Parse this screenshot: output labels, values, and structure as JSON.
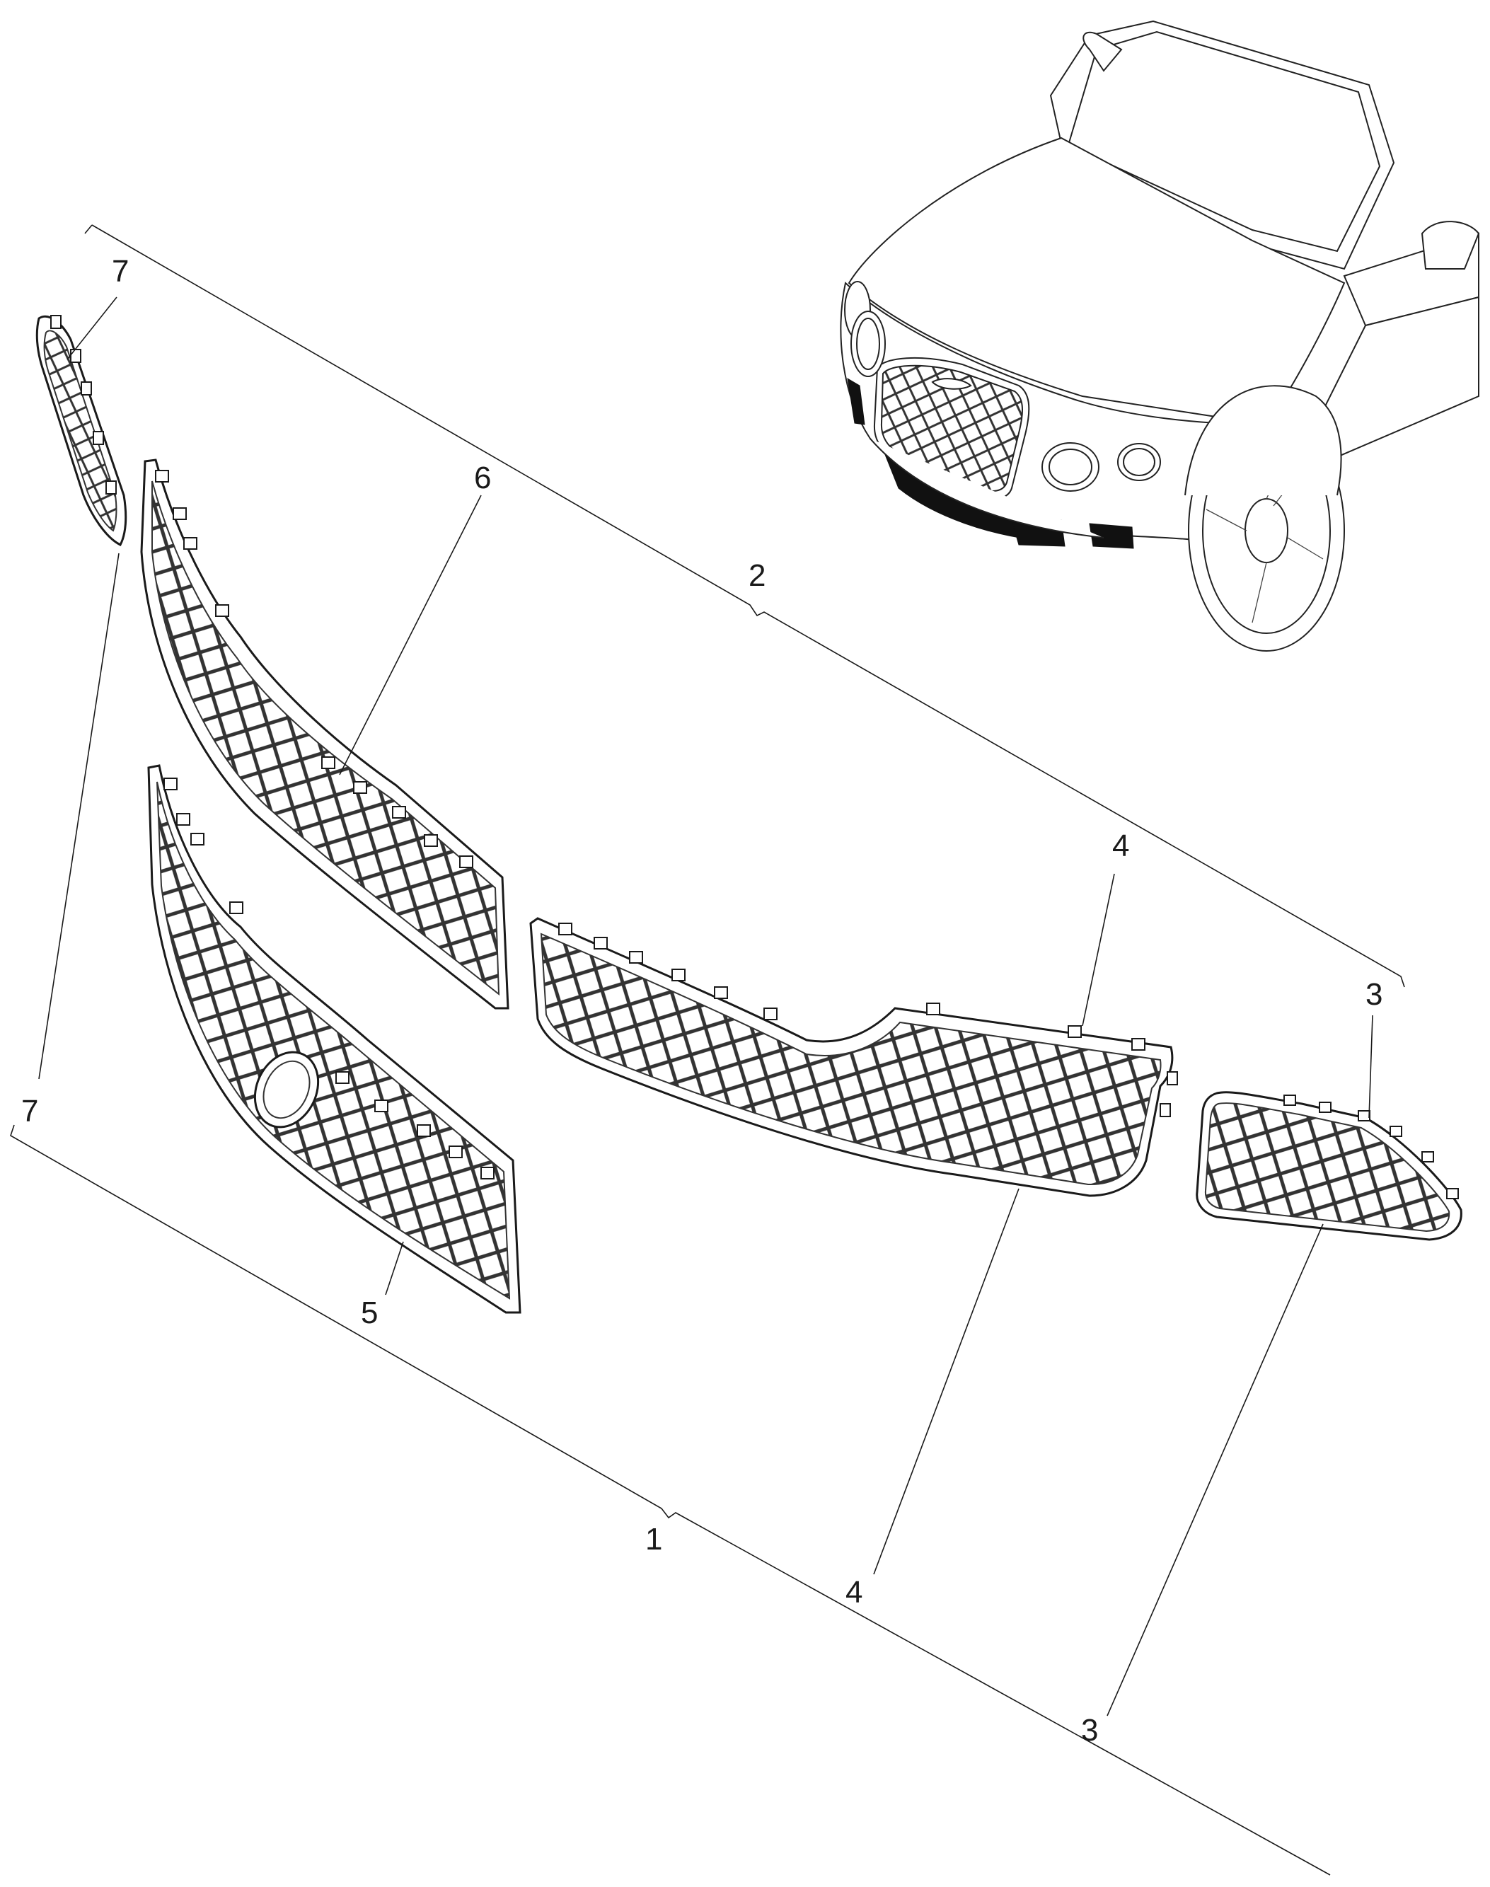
{
  "labels": {
    "item_1": "1",
    "item_2": "2",
    "item_3_top": "3",
    "item_3_bottom": "3",
    "item_4_top": "4",
    "item_4_bottom": "4",
    "item_5": "5",
    "item_6": "6",
    "item_7_top": "7",
    "item_7_bottom": "7"
  },
  "colors": {
    "line": "#1a1a1a",
    "mesh": "#333333",
    "highlight": "#111111",
    "background": "#ffffff"
  }
}
